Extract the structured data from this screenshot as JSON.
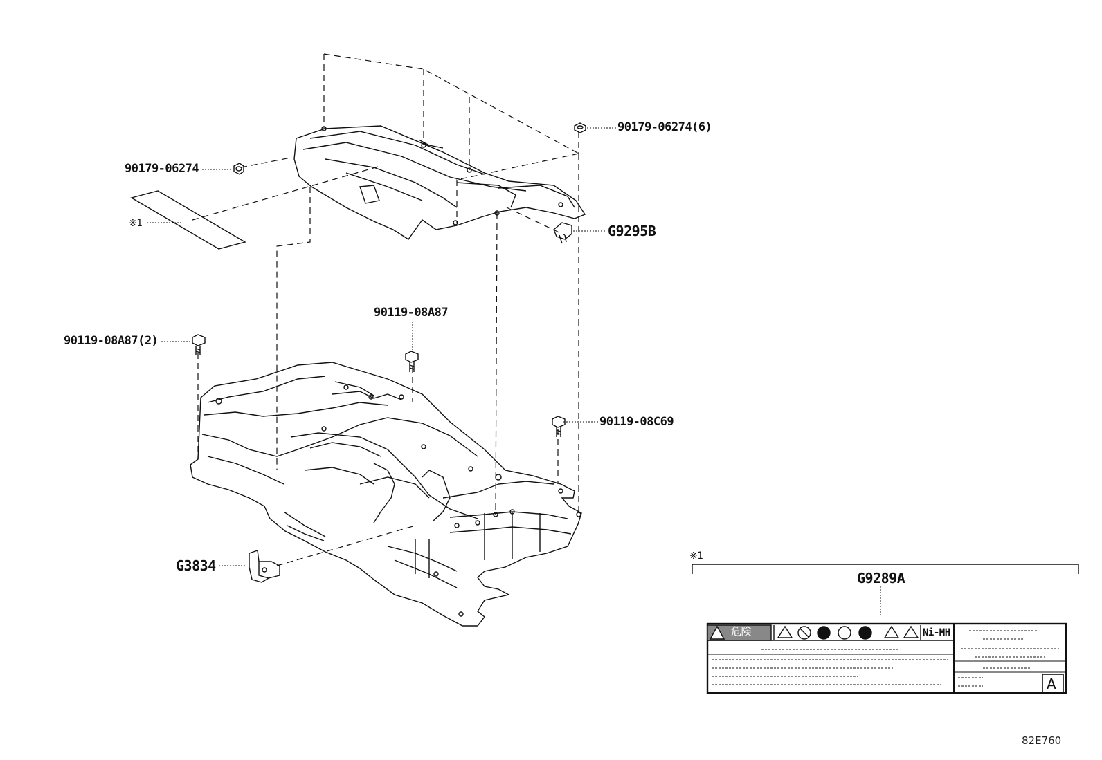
{
  "callouts": {
    "nut_top_right": "90179-06274(6)",
    "nut_left": "90179-06274",
    "label_ref_marker": "※1",
    "clip_g9295b": "G9295B",
    "bolt_center": "90119-08A87",
    "bolt_left": "90119-08A87(2)",
    "bolt_right": "90119-08C69",
    "bracket_g3834": "G3834"
  },
  "label_panel": {
    "ref_marker": "※1",
    "part_number": "G9289A",
    "warning_word": "危険",
    "battery_type": "Ni-MH",
    "corner_letter": "A"
  },
  "figure_id": "82E760"
}
